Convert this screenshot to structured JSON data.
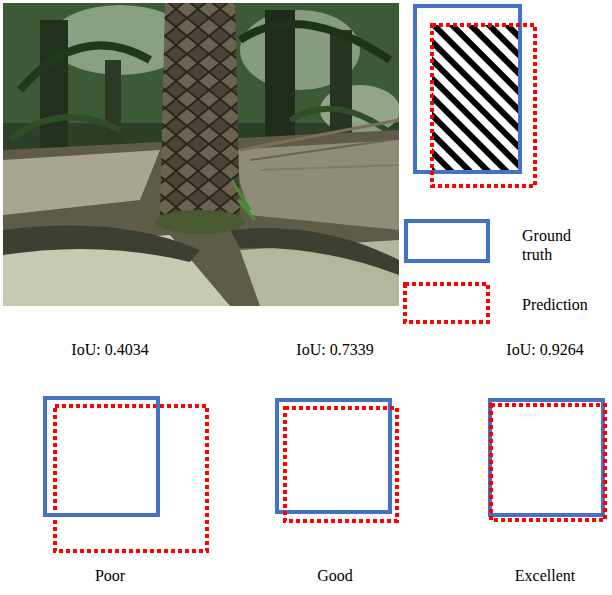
{
  "diagram": {
    "labels": [
      "IoU: 0.4034",
      "IoU: 0.7339",
      "IoU: 0.9264",
      "Poor",
      "Good",
      "Excellent"
    ],
    "legend": [
      {
        "text": "Ground truth"
      },
      {
        "text": "Prediction"
      }
    ]
  }
}
